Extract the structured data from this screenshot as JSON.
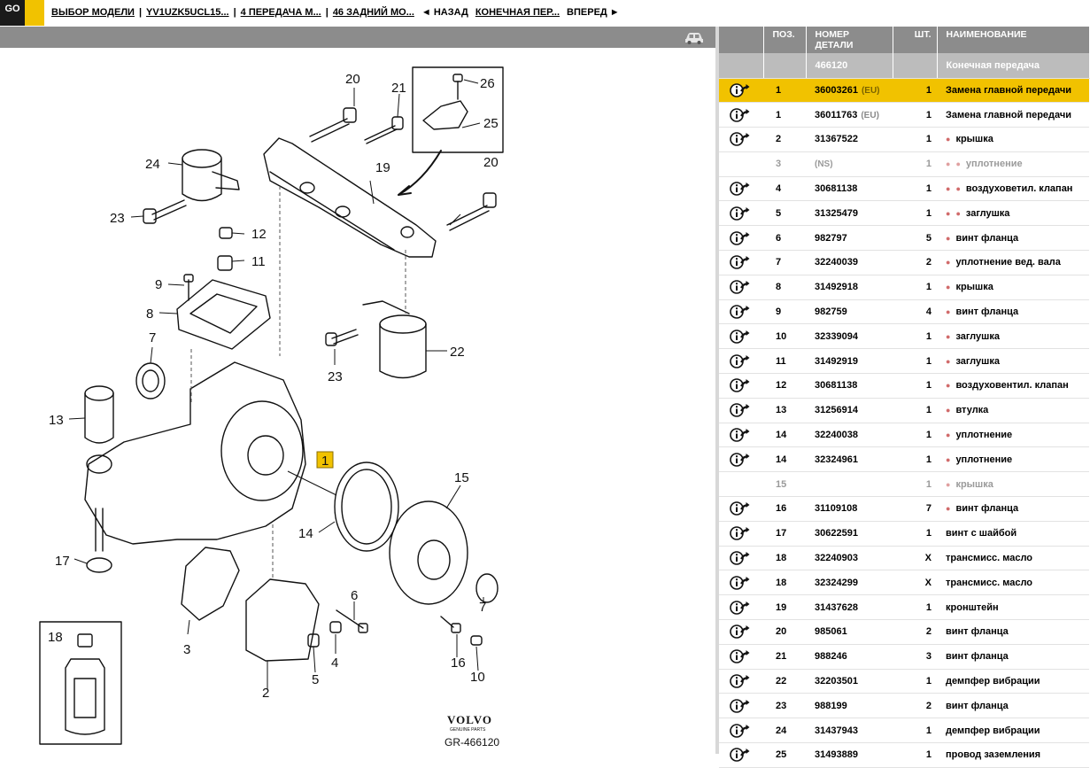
{
  "topnav": {
    "go_label": "GO",
    "crumbs": [
      {
        "label": "ВЫБОР МОДЕЛИ",
        "link": true
      },
      {
        "label": "YV1UZK5UCL15...",
        "link": true
      },
      {
        "label": "4 ПЕРЕДАЧА М...",
        "link": true
      },
      {
        "label": "46 ЗАДНИЙ МО...",
        "link": true
      },
      {
        "label": "◄ НАЗАД",
        "link": false
      },
      {
        "label": "КОНЕЧНАЯ ПЕР...",
        "link": true
      },
      {
        "label": "ВПЕРЕД ►",
        "link": false
      }
    ]
  },
  "diagram": {
    "brand": "VOLVO",
    "brand_sub": "GENUINE PARTS",
    "drawing_id": "GR-466120",
    "callouts": [
      "20",
      "21",
      "26",
      "25",
      "24",
      "19",
      "20",
      "23",
      "12",
      "11",
      "9",
      "8",
      "7",
      "22",
      "23",
      "13",
      "1",
      "15",
      "14",
      "17",
      "6",
      "7",
      "3",
      "4",
      "5",
      "16",
      "10",
      "2",
      "18"
    ],
    "colors": {
      "highlight": "#f1c200",
      "line": "#111111"
    }
  },
  "table": {
    "headers": {
      "icon": "",
      "pos": "ПОЗ.",
      "number": "НОМЕР ДЕТАЛИ",
      "qty": "ШТ.",
      "name": "НАИМЕНОВАНИЕ"
    },
    "group": {
      "number": "466120",
      "name": "Конечная передача"
    },
    "rows": [
      {
        "icon": true,
        "pos": "1",
        "number": "36003261",
        "region": "(EU)",
        "qty": "1",
        "indent": 0,
        "name": "Замена главной передачи",
        "selected": true
      },
      {
        "icon": true,
        "pos": "1",
        "number": "36011763",
        "region": "(EU)",
        "qty": "1",
        "indent": 0,
        "name": "Замена главной передачи"
      },
      {
        "icon": true,
        "pos": "2",
        "number": "31367522",
        "region": "",
        "qty": "1",
        "indent": 1,
        "name": "крышка"
      },
      {
        "icon": false,
        "pos": "3",
        "number": "(NS)",
        "region": "",
        "qty": "1",
        "indent": 2,
        "name": "уплотнение",
        "dim": true
      },
      {
        "icon": true,
        "pos": "4",
        "number": "30681138",
        "region": "",
        "qty": "1",
        "indent": 2,
        "name": "воздуховетил. клапан"
      },
      {
        "icon": true,
        "pos": "5",
        "number": "31325479",
        "region": "",
        "qty": "1",
        "indent": 2,
        "name": "заглушка"
      },
      {
        "icon": true,
        "pos": "6",
        "number": "982797",
        "region": "",
        "qty": "5",
        "indent": 1,
        "name": "винт фланца"
      },
      {
        "icon": true,
        "pos": "7",
        "number": "32240039",
        "region": "",
        "qty": "2",
        "indent": 1,
        "name": "уплотнение вед. вала"
      },
      {
        "icon": true,
        "pos": "8",
        "number": "31492918",
        "region": "",
        "qty": "1",
        "indent": 1,
        "name": "крышка"
      },
      {
        "icon": true,
        "pos": "9",
        "number": "982759",
        "region": "",
        "qty": "4",
        "indent": 1,
        "name": "винт фланца"
      },
      {
        "icon": true,
        "pos": "10",
        "number": "32339094",
        "region": "",
        "qty": "1",
        "indent": 1,
        "name": "заглушка"
      },
      {
        "icon": true,
        "pos": "11",
        "number": "31492919",
        "region": "",
        "qty": "1",
        "indent": 1,
        "name": "заглушка"
      },
      {
        "icon": true,
        "pos": "12",
        "number": "30681138",
        "region": "",
        "qty": "1",
        "indent": 1,
        "name": "воздуховентил. клапан"
      },
      {
        "icon": true,
        "pos": "13",
        "number": "31256914",
        "region": "",
        "qty": "1",
        "indent": 1,
        "name": "втулка"
      },
      {
        "icon": true,
        "pos": "14",
        "number": "32240038",
        "region": "",
        "qty": "1",
        "indent": 1,
        "name": "уплотнение"
      },
      {
        "icon": true,
        "pos": "14",
        "number": "32324961",
        "region": "",
        "qty": "1",
        "indent": 1,
        "name": "уплотнение"
      },
      {
        "icon": false,
        "pos": "15",
        "number": "",
        "region": "",
        "qty": "1",
        "indent": 1,
        "name": "крышка",
        "dim": true
      },
      {
        "icon": true,
        "pos": "16",
        "number": "31109108",
        "region": "",
        "qty": "7",
        "indent": 1,
        "name": "винт фланца"
      },
      {
        "icon": true,
        "pos": "17",
        "number": "30622591",
        "region": "",
        "qty": "1",
        "indent": 0,
        "name": "винт с шайбой"
      },
      {
        "icon": true,
        "pos": "18",
        "number": "32240903",
        "region": "",
        "qty": "X",
        "indent": 0,
        "name": "трансмисс. масло"
      },
      {
        "icon": true,
        "pos": "18",
        "number": "32324299",
        "region": "",
        "qty": "X",
        "indent": 0,
        "name": "трансмисс. масло"
      },
      {
        "icon": true,
        "pos": "19",
        "number": "31437628",
        "region": "",
        "qty": "1",
        "indent": 0,
        "name": "кронштейн"
      },
      {
        "icon": true,
        "pos": "20",
        "number": "985061",
        "region": "",
        "qty": "2",
        "indent": 0,
        "name": "винт фланца"
      },
      {
        "icon": true,
        "pos": "21",
        "number": "988246",
        "region": "",
        "qty": "3",
        "indent": 0,
        "name": "винт фланца"
      },
      {
        "icon": true,
        "pos": "22",
        "number": "32203501",
        "region": "",
        "qty": "1",
        "indent": 0,
        "name": "демпфер вибрации"
      },
      {
        "icon": true,
        "pos": "23",
        "number": "988199",
        "region": "",
        "qty": "2",
        "indent": 0,
        "name": "винт фланца"
      },
      {
        "icon": true,
        "pos": "24",
        "number": "31437943",
        "region": "",
        "qty": "1",
        "indent": 0,
        "name": "демпфер вибрации"
      },
      {
        "icon": true,
        "pos": "25",
        "number": "31493889",
        "region": "",
        "qty": "1",
        "indent": 0,
        "name": "провод заземления"
      }
    ]
  }
}
